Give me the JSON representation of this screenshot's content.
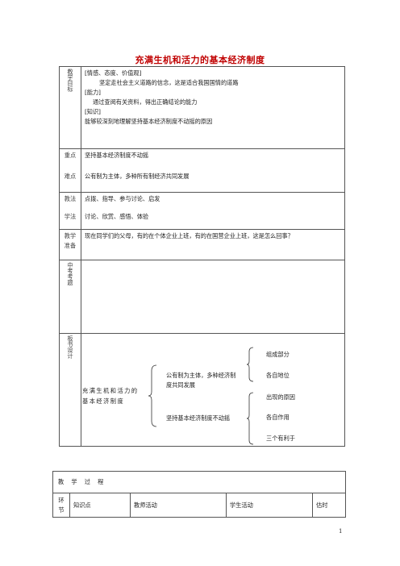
{
  "title": "充满生机和活力的基本经济制度",
  "objectives": {
    "label": "教学目标",
    "lines": [
      "[情感、态度、价值观]",
      "坚定走社会主义道路的信念，这是适合我国国情的道路",
      "[能力]",
      "通过查阅有关资料，得出正确结论的能力",
      "[知识]",
      "能够较深刻地理解坚持基本经济制度不动摇的原因"
    ]
  },
  "keypoint": {
    "label": "重点",
    "text": "坚持基本经济制度不动摇"
  },
  "difficulty": {
    "label": "难点",
    "text": "公有制为主体，多种所有制经济共同发展"
  },
  "method_teach": {
    "label": "教法",
    "text": "点拨、指导、参与讨论、启发"
  },
  "method_learn": {
    "label": "学法",
    "text": "讨论、欣赏、感悟、体验"
  },
  "prep": {
    "label": "教学准备",
    "text": "现在同学们的父母，有的在个体企业上班，有的在国营企业上班，这是怎么回事？"
  },
  "exam": {
    "label": "中考考题"
  },
  "board": {
    "label": "板书设计",
    "root": "充满生机和活力的基本经济制度",
    "branch1": "公有制为主体，多种经济制度共同发展",
    "branch1_items": [
      "组成部分",
      "各自地位"
    ],
    "branch2": "坚持基本经济制度不动摇",
    "branch2_items": [
      "出现的原因",
      "各自作用",
      "三个有利于"
    ]
  },
  "process": {
    "header": "教　学　过　程",
    "columns": [
      "环节",
      "知识点",
      "教师活动",
      "学生活动",
      "估时"
    ]
  },
  "page_number": "1"
}
